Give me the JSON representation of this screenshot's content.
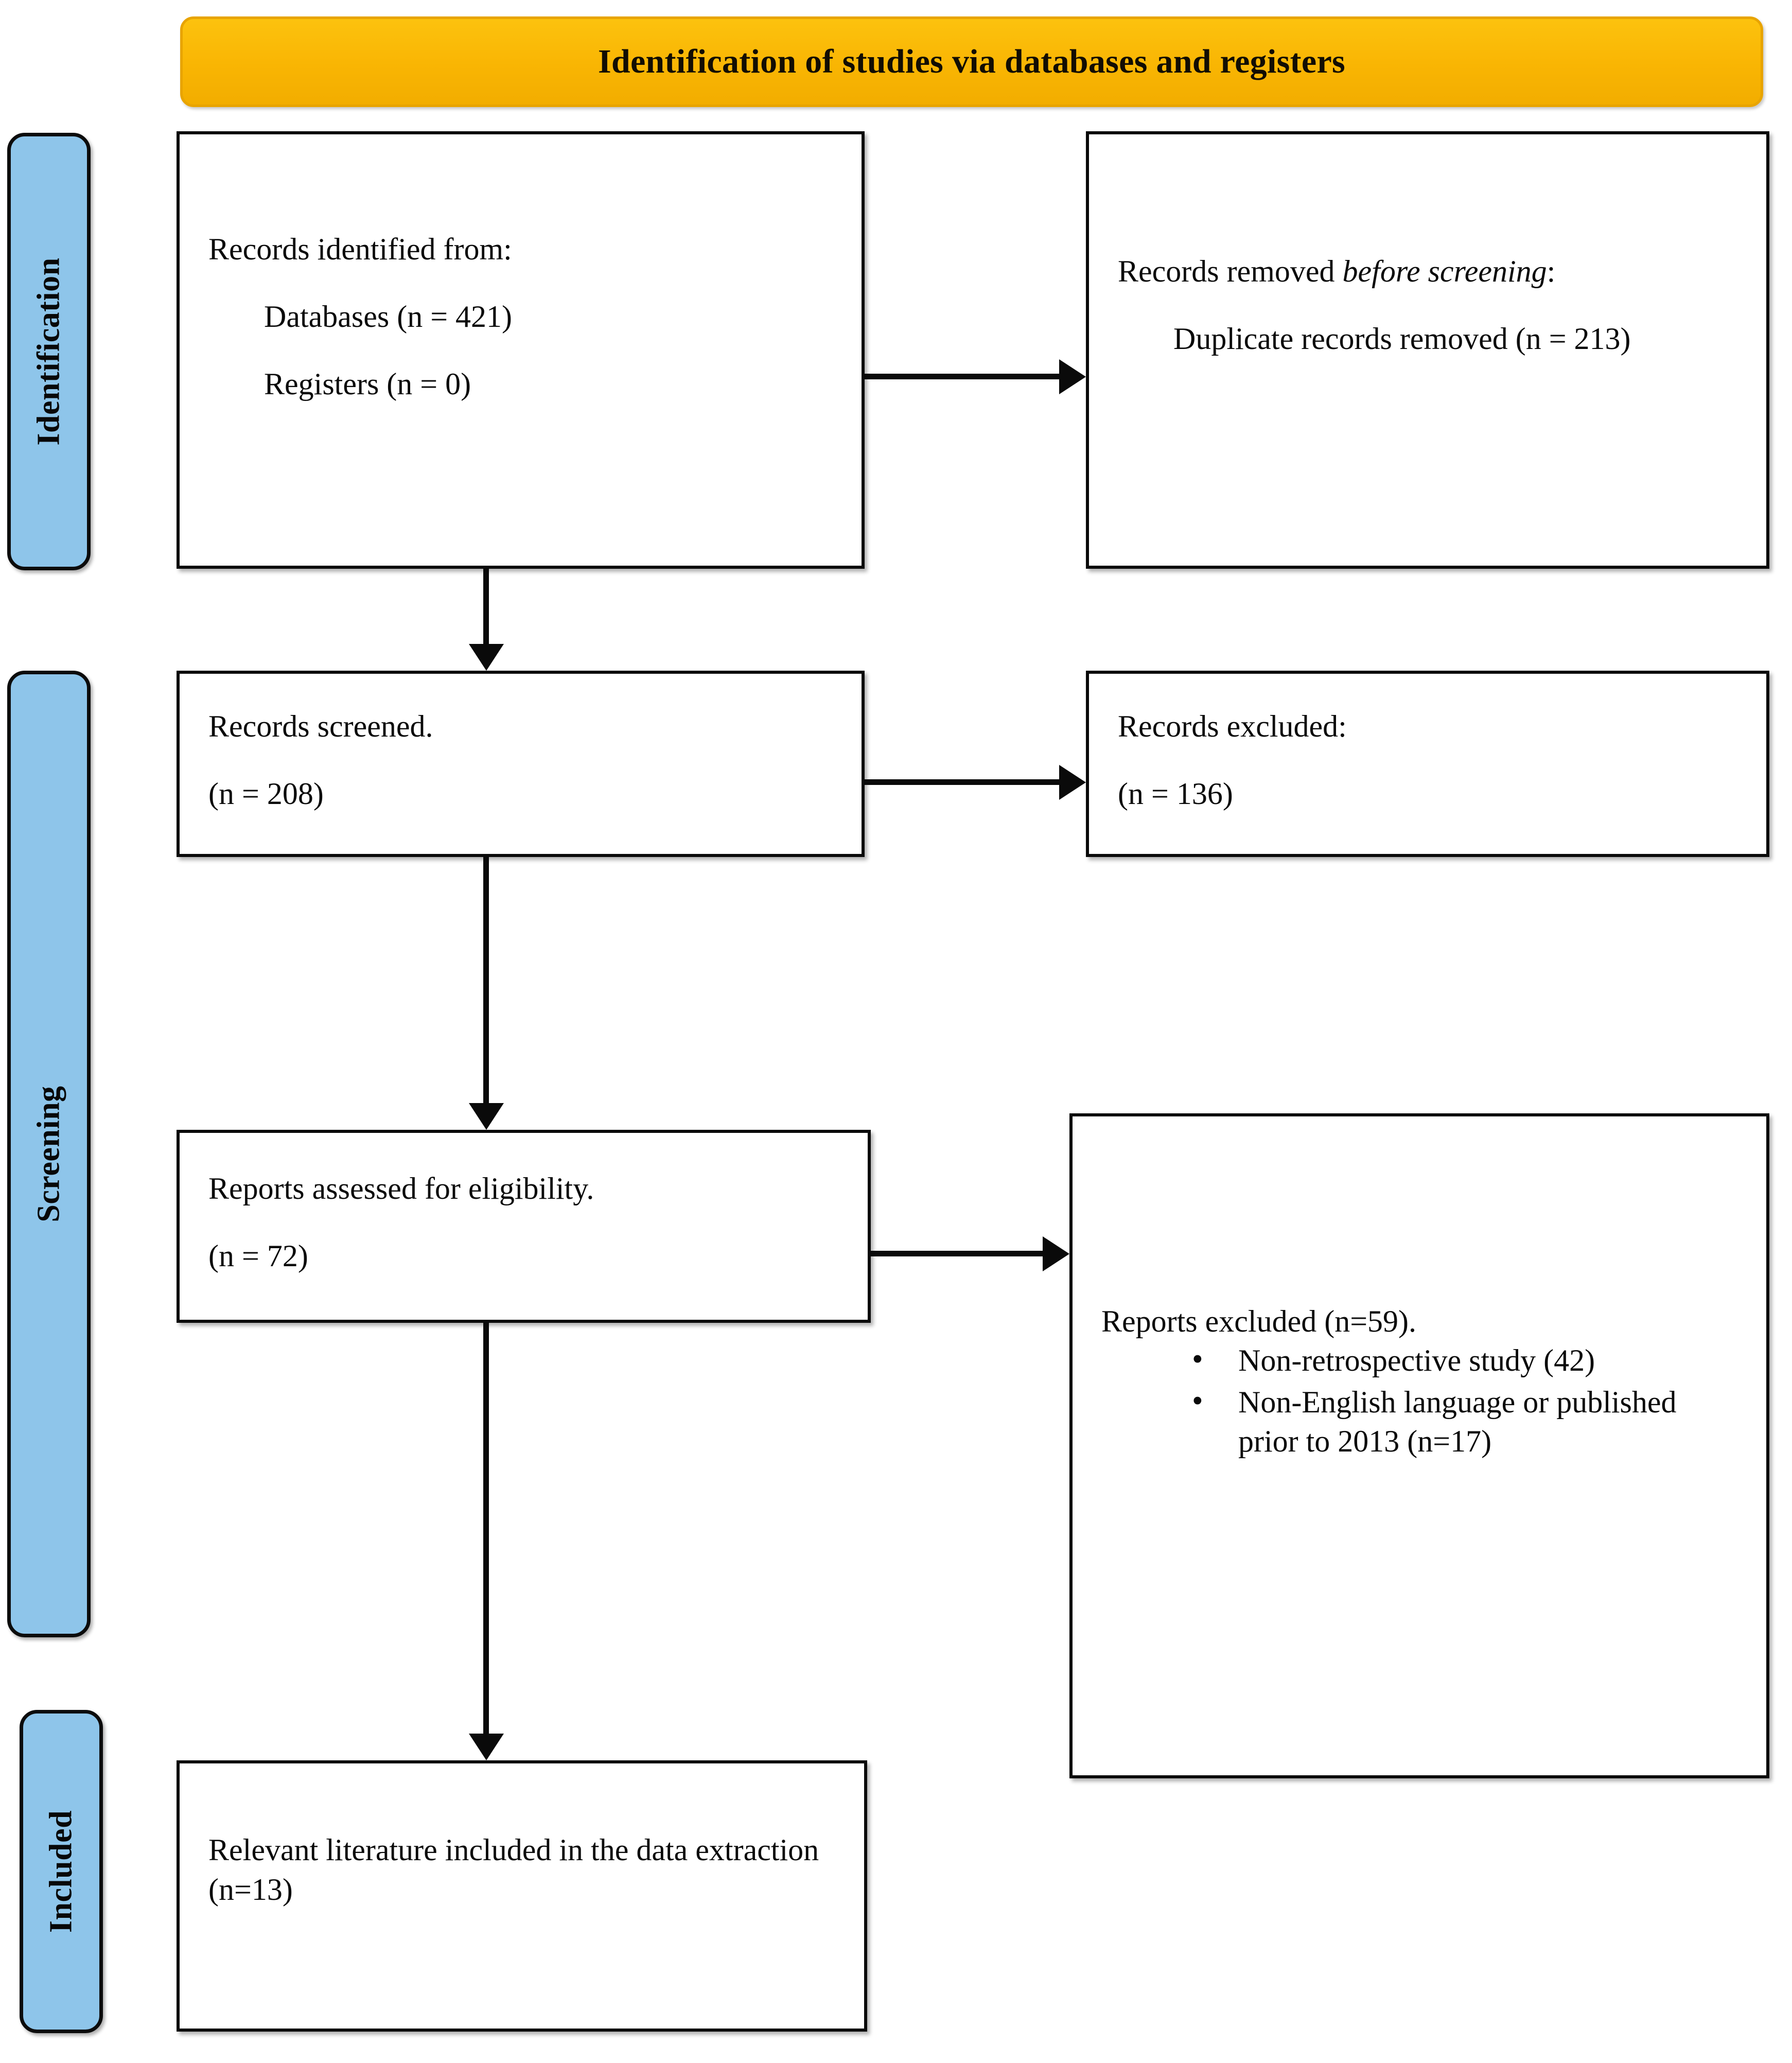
{
  "header": {
    "title": "Identification of studies via databases and registers",
    "background_color": "#f9b503",
    "text_color": "#120d03"
  },
  "stages": {
    "color": "#8ec5ea",
    "items": [
      {
        "id": "identification",
        "label": "Identification"
      },
      {
        "id": "screening",
        "label": "Screening"
      },
      {
        "id": "included",
        "label": "Included"
      }
    ]
  },
  "boxes": {
    "identified": {
      "heading": "Records identified from:",
      "line1": "Databases (n = 421)",
      "line2": "Registers (n = 0)"
    },
    "removed": {
      "heading_pre": "Records removed ",
      "heading_italic": "before screening",
      "heading_post": ":",
      "line1": "Duplicate records removed (n = 213)"
    },
    "screened": {
      "heading": "Records screened.",
      "count": "(n = 208)"
    },
    "excluded": {
      "heading": "Records excluded:",
      "count": "(n = 136)"
    },
    "eligibility": {
      "heading": "Reports assessed for eligibility.",
      "count": "(n = 72)"
    },
    "reports_excluded": {
      "heading": "Reports excluded (n=59).",
      "bullets": [
        "Non-retrospective study (42)",
        "Non-English language or published prior to 2013 (n=17)"
      ]
    },
    "included": {
      "text": "Relevant literature included in the data extraction (n=13)"
    }
  },
  "chart_data": {
    "type": "diagram",
    "title": "Identification of studies via databases and registers",
    "stages": [
      "Identification",
      "Screening",
      "Included"
    ],
    "nodes": [
      {
        "id": "identified",
        "stage": "Identification",
        "label": "Records identified from: Databases (n = 421); Registers (n = 0)",
        "n": 421
      },
      {
        "id": "removed",
        "stage": "Identification",
        "label": "Records removed before screening: Duplicate records removed (n = 213)",
        "n": 213
      },
      {
        "id": "screened",
        "stage": "Screening",
        "label": "Records screened.",
        "n": 208
      },
      {
        "id": "excluded",
        "stage": "Screening",
        "label": "Records excluded:",
        "n": 136
      },
      {
        "id": "eligibility",
        "stage": "Screening",
        "label": "Reports assessed for eligibility.",
        "n": 72
      },
      {
        "id": "reports_excluded",
        "stage": "Screening",
        "label": "Reports excluded (n=59).",
        "n": 59
      },
      {
        "id": "included",
        "stage": "Included",
        "label": "Relevant literature included in the data extraction (n=13)",
        "n": 13
      }
    ],
    "edges": [
      {
        "from": "identified",
        "to": "removed",
        "direction": "right"
      },
      {
        "from": "identified",
        "to": "screened",
        "direction": "down"
      },
      {
        "from": "screened",
        "to": "excluded",
        "direction": "right"
      },
      {
        "from": "screened",
        "to": "eligibility",
        "direction": "down"
      },
      {
        "from": "eligibility",
        "to": "reports_excluded",
        "direction": "right"
      },
      {
        "from": "eligibility",
        "to": "included",
        "direction": "down"
      }
    ],
    "exclusion_reasons": [
      {
        "reason": "Non-retrospective study",
        "n": 42
      },
      {
        "reason": "Non-English language or published prior to 2013",
        "n": 17
      }
    ]
  }
}
